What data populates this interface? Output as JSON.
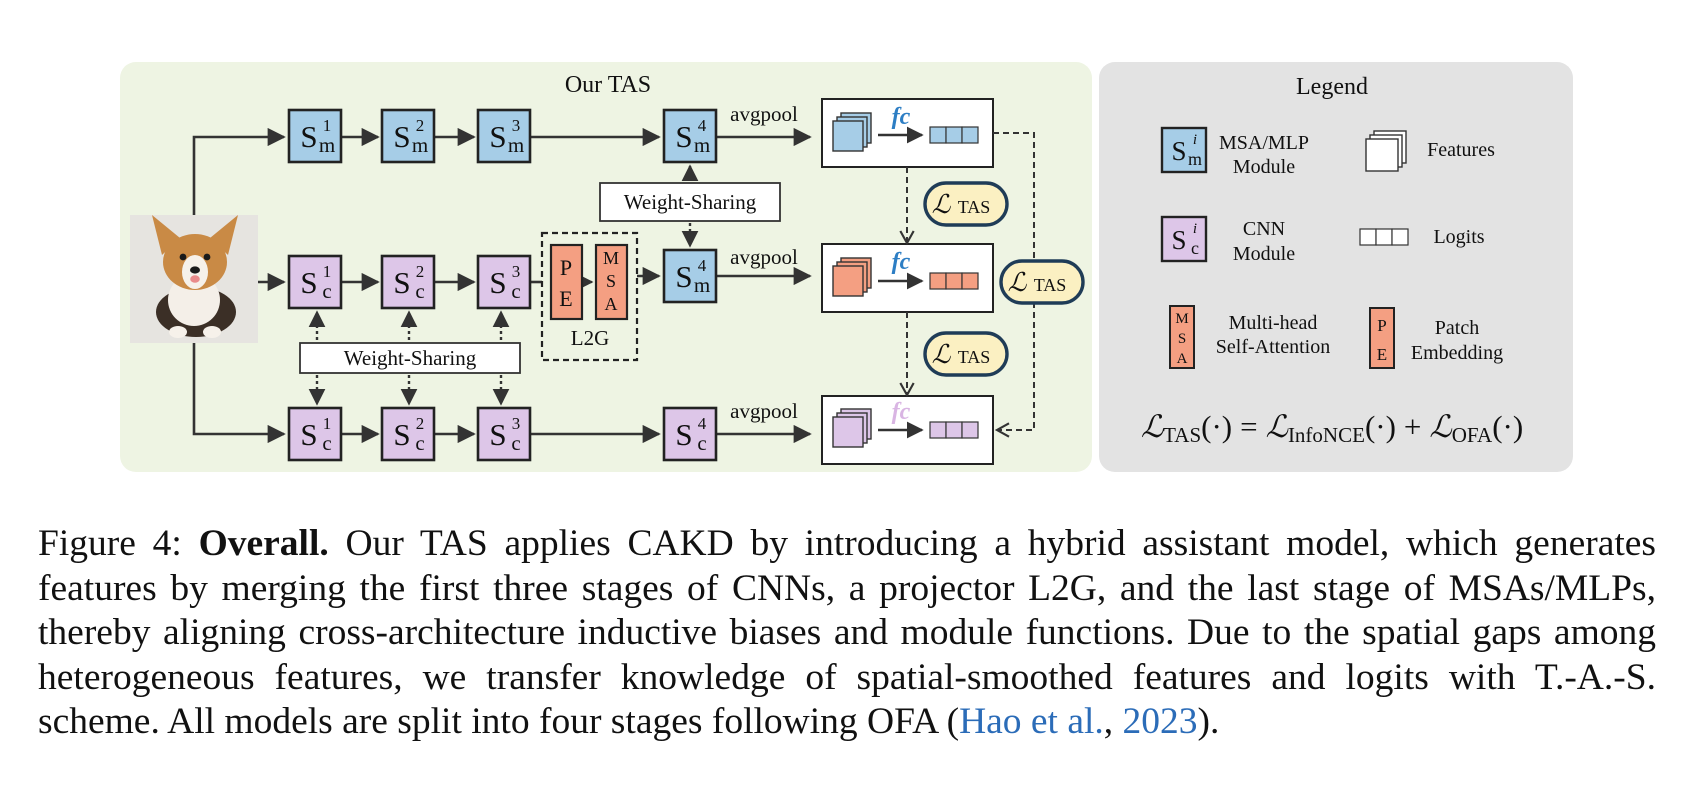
{
  "figure": {
    "title": "Our TAS",
    "legend_title": "Legend",
    "avgpool": "avgpool",
    "fc": "fc",
    "weight_sharing": "Weight-Sharing",
    "l2g": "L2G",
    "pe_letters": [
      "P",
      "E"
    ],
    "msa_letters": [
      "M",
      "S",
      "A"
    ],
    "module_base": "S",
    "module_sub_m": "m",
    "module_sub_c": "c",
    "loss_base": "ℒ",
    "loss_sub": "TAS",
    "legend": {
      "msa_mlp": [
        "MSA/MLP",
        "Module"
      ],
      "cnn": [
        "CNN",
        "Module"
      ],
      "features": "Features",
      "logits": "Logits",
      "mhsa": [
        "Multi-head",
        "Self-Attention"
      ],
      "patch": [
        "Patch",
        "Embedding"
      ],
      "equation": {
        "lhs_sub": "TAS",
        "arg": "(·)",
        "eq": "=",
        "t1_sub": "InfoNCE",
        "plus": "+",
        "t2_sub": "OFA"
      }
    },
    "colors": {
      "panel_green": "#eef4e3",
      "panel_gray": "#e3e3e3",
      "msa_blue": "#a6cde7",
      "cnn_purple": "#ddc6e8",
      "l2g_orange": "#f49f82",
      "loss_fill": "#fbf0c2",
      "loss_stroke": "#1f3c57",
      "fc_blue": "#2d7ec4",
      "fc_faint": "#d9b5e3"
    }
  },
  "caption": {
    "label": "Figure 4:",
    "bold": "Overall.",
    "text": "Our TAS applies CAKD by introducing a hybrid assistant model, which generates features by merging the first three stages of CNNs, a projector L2G, and the last stage of MSAs/MLPs, thereby aligning cross-architecture inductive biases and module functions. Due to the spatial gaps among heterogeneous features, we transfer knowledge of spatial-smoothed features and logits with T.-A.-S. scheme. All models are split into four stages following OFA (",
    "cite_author": "Hao et al.",
    "cite_sep": ", ",
    "cite_year": "2023",
    "end": ")."
  }
}
